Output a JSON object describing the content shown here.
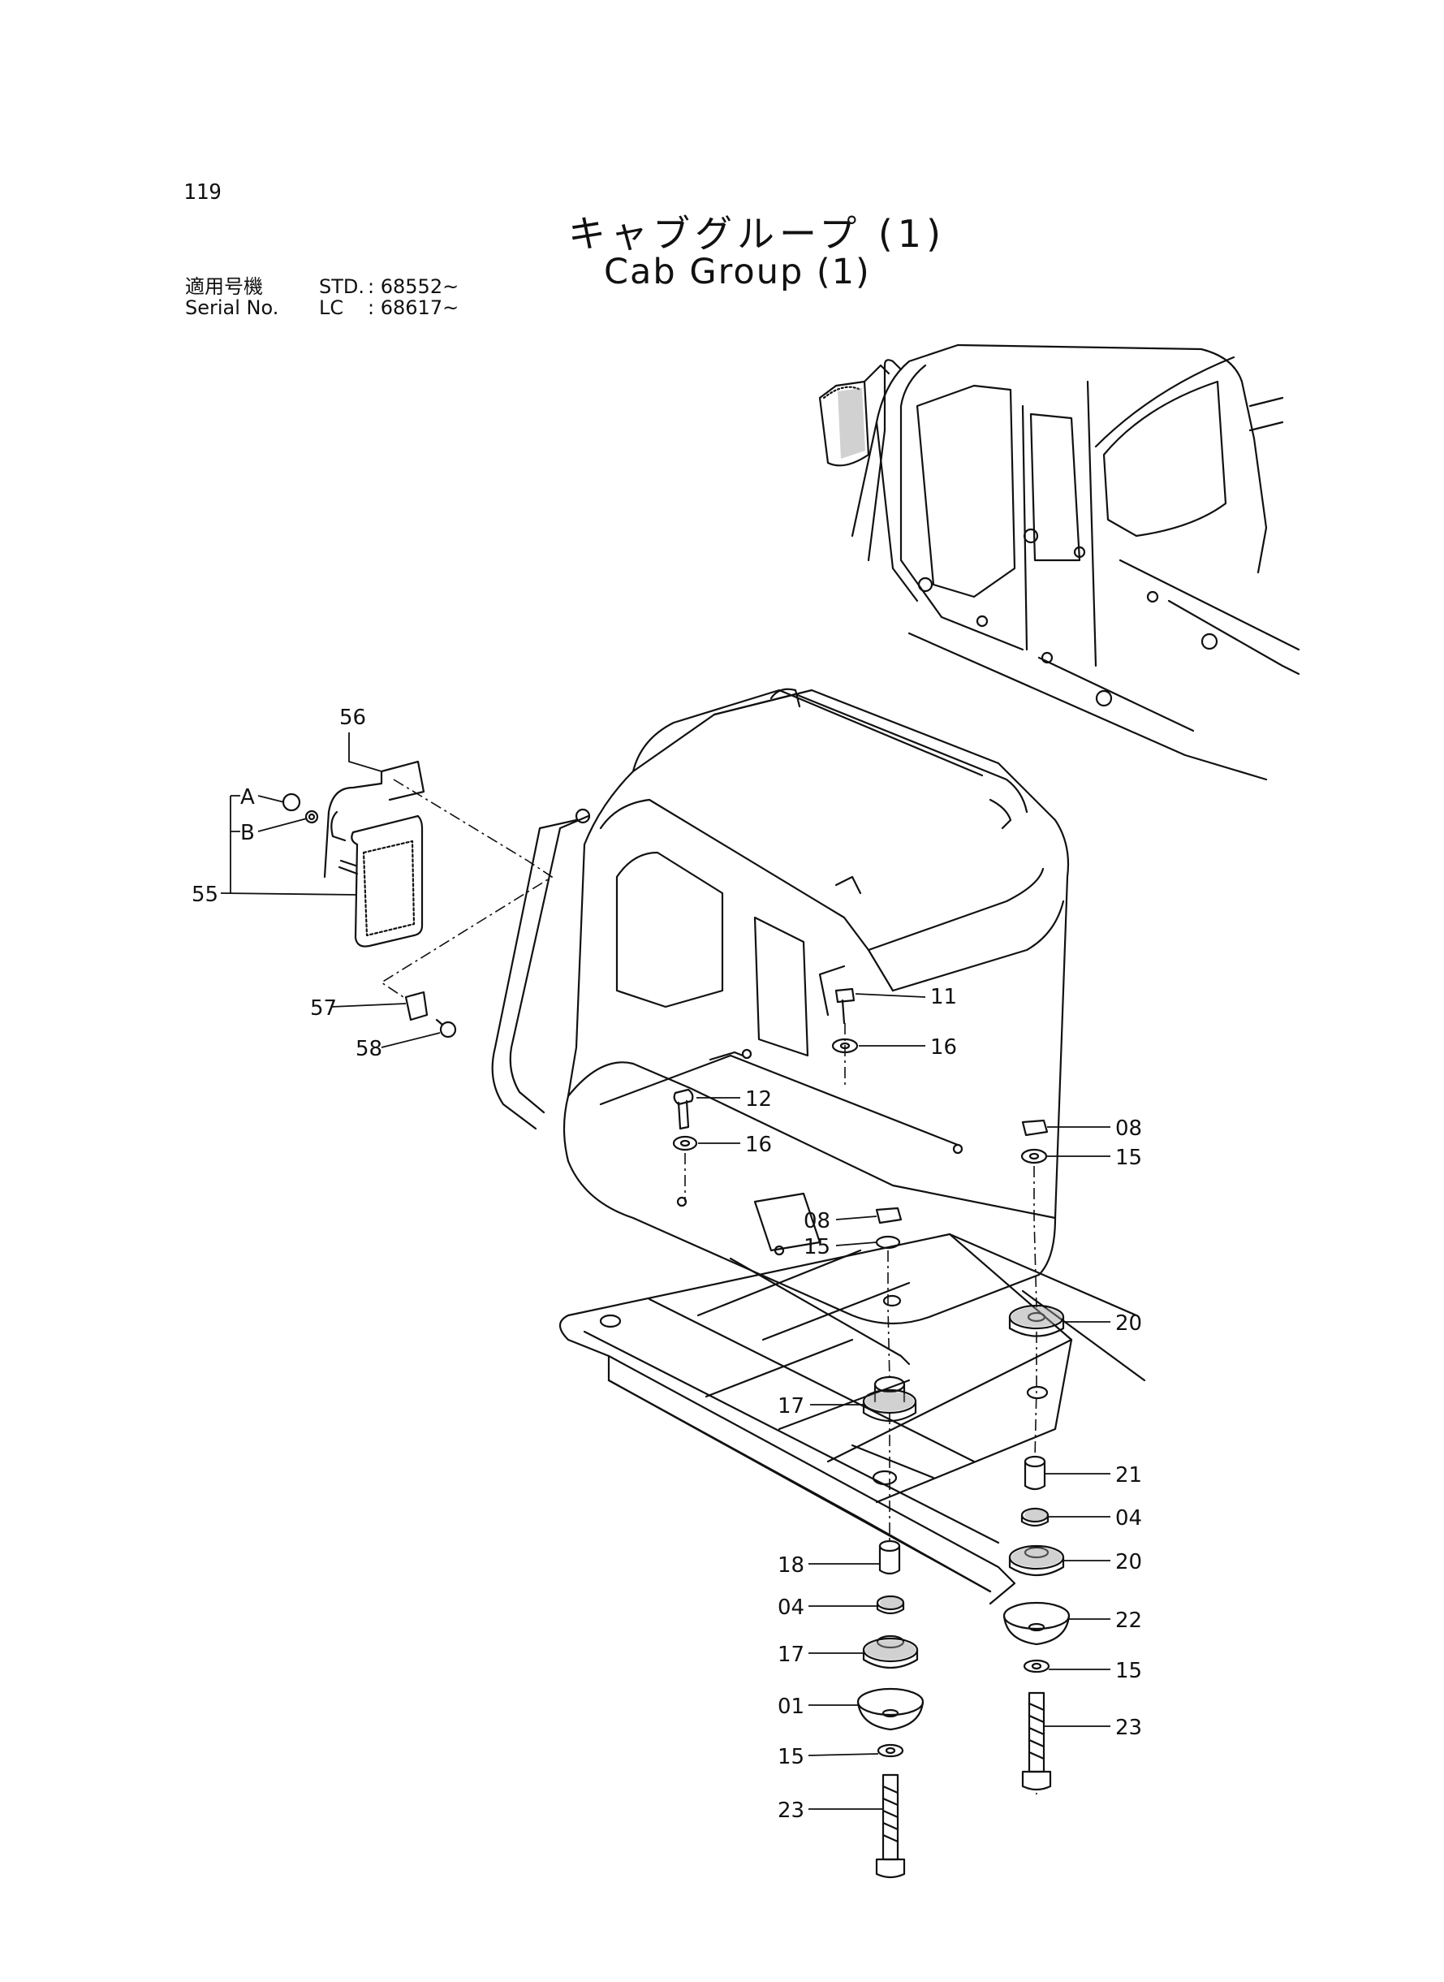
{
  "page": {
    "number": "119"
  },
  "title": {
    "jp": "キャブグループ (1)",
    "en": "Cab Group (1)"
  },
  "serial": {
    "label_jp": "適用号機",
    "label_en": "Serial No.",
    "std_model": "STD.",
    "std_sep": ":",
    "std_value": "68552~",
    "lc_model": "LC",
    "lc_sep": ":",
    "lc_value": "68617~"
  },
  "callouts": {
    "p56": "56",
    "pA": "A",
    "pB": "B",
    "p55": "55",
    "p57": "57",
    "p58": "58",
    "p11": "11",
    "p16a": "16",
    "p12": "12",
    "p16b": "16",
    "p08a": "08",
    "p15a": "15",
    "p08b": "08",
    "p15b": "15",
    "p20a": "20",
    "p17a": "17",
    "p21": "21",
    "p04a": "04",
    "p20b": "20",
    "p18": "18",
    "p04b": "04",
    "p22": "22",
    "p17b": "17",
    "p15c": "15",
    "p01": "01",
    "p23a": "23",
    "p15d": "15",
    "p23b": "23"
  },
  "colors": {
    "ink": "#111111",
    "paper": "#ffffff",
    "rubber": "#9a9a9a"
  }
}
